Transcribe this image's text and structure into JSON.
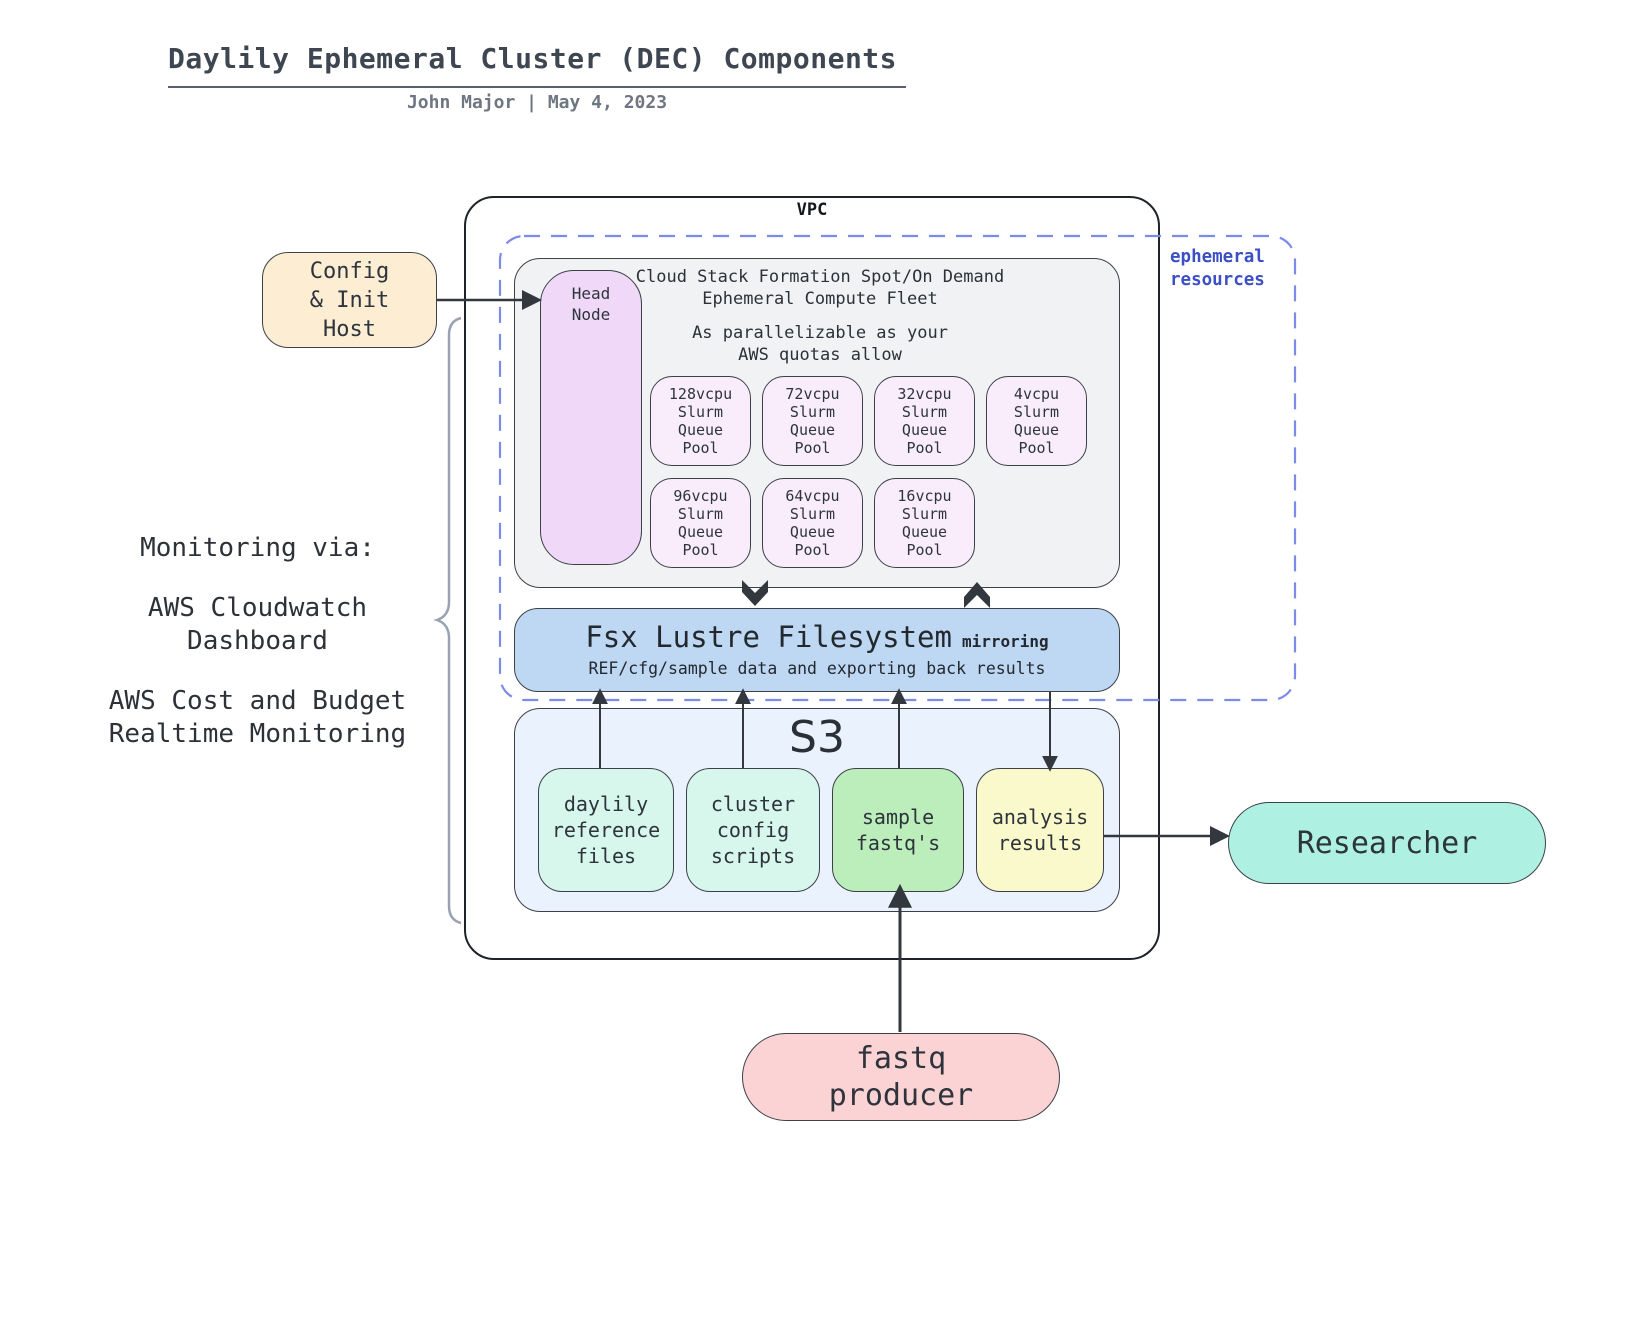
{
  "header": {
    "title": "Daylily Ephemeral Cluster (DEC) Components",
    "byline": "John Major  |  May 4, 2023"
  },
  "vpc_label": "VPC",
  "ephemeral_label": "ephemeral\nresources",
  "compute_fleet": {
    "heading": "Cloud Stack Formation Spot/On Demand\nEphemeral Compute Fleet",
    "note": "As parallelizable as your\nAWS quotas allow",
    "head_node": "Head\nNode",
    "queues_row1": [
      "128vcpu\nSlurm\nQueue\nPool",
      "72vcpu\nSlurm\nQueue\nPool",
      "32vcpu\nSlurm\nQueue\nPool",
      "4vcpu\nSlurm\nQueue\nPool"
    ],
    "queues_row2": [
      "96vcpu\nSlurm\nQueue\nPool",
      "64vcpu\nSlurm\nQueue\nPool",
      "16vcpu\nSlurm\nQueue\nPool"
    ]
  },
  "fsx": {
    "title": "Fsx Lustre Filesystem",
    "tag": "mirroring",
    "subtitle": "REF/cfg/sample data and exporting back results"
  },
  "s3": {
    "label": "S3",
    "buckets": [
      "daylily\nreference\nfiles",
      "cluster\nconfig\nscripts",
      "sample\nfastq's",
      "analysis\nresults"
    ]
  },
  "config_host": "Config\n& Init\nHost",
  "monitoring": {
    "heading": "Monitoring via:",
    "item1": "AWS Cloudwatch\nDashboard",
    "item2": "AWS Cost and Budget\nRealtime Monitoring"
  },
  "researcher": "Researcher",
  "fastq_producer": "fastq\nproducer",
  "colors": {
    "ephemeral_blue": "#3c4fc5",
    "fleet_gray": "#f1f2f4",
    "head_node_lavender": "#f0d9f8",
    "queue_pool_pink": "#f9edfb",
    "fsx_blue": "#bed8f4",
    "s3_blue": "#eaf2fd",
    "bucket_mint": "#d7f6ec",
    "bucket_green": "#bceebc",
    "bucket_yellow": "#f9f9cb",
    "config_cream": "#fcedd3",
    "researcher_aqua": "#aef1e3",
    "fastq_pink": "#fbd3d5",
    "arrow_dark": "#33383e",
    "brace_gray": "#98a2b3"
  }
}
